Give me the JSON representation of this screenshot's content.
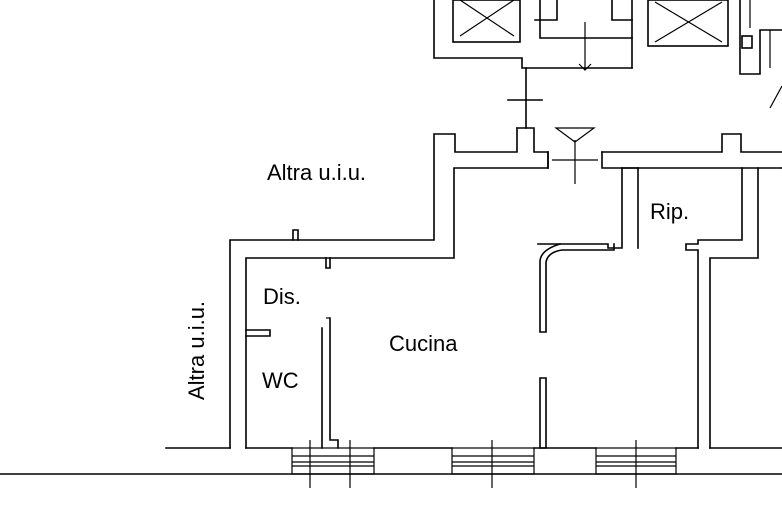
{
  "plan": {
    "labels": {
      "altra_top": "Altra u.i.u.",
      "altra_left": "Altra u.i.u.",
      "rip": "Rip.",
      "dis": "Dis.",
      "cucina": "Cucina",
      "wc": "WC"
    }
  }
}
